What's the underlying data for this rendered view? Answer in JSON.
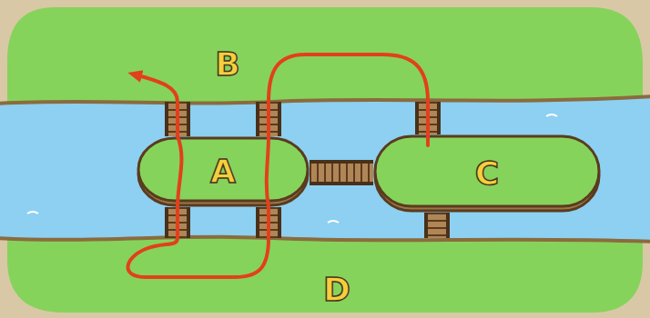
{
  "diagram": {
    "nodes": [
      {
        "text": [
          "B"
        ]
      },
      {
        "text": [
          "A"
        ]
      },
      {
        "text": [
          "C"
        ]
      },
      {
        "text": [
          "D"
        ]
      }
    ],
    "edges": [
      {
        "from": 0,
        "to": 1,
        "arrow": "none"
      },
      {
        "from": 0,
        "to": 1,
        "arrow": "none"
      },
      {
        "from": 0,
        "to": 2,
        "arrow": "none"
      },
      {
        "from": 1,
        "to": 2,
        "arrow": "none"
      },
      {
        "from": 1,
        "to": 3,
        "arrow": "none"
      },
      {
        "from": 1,
        "to": 3,
        "arrow": "none"
      },
      {
        "from": 2,
        "to": 3,
        "arrow": "none"
      }
    ]
  }
}
